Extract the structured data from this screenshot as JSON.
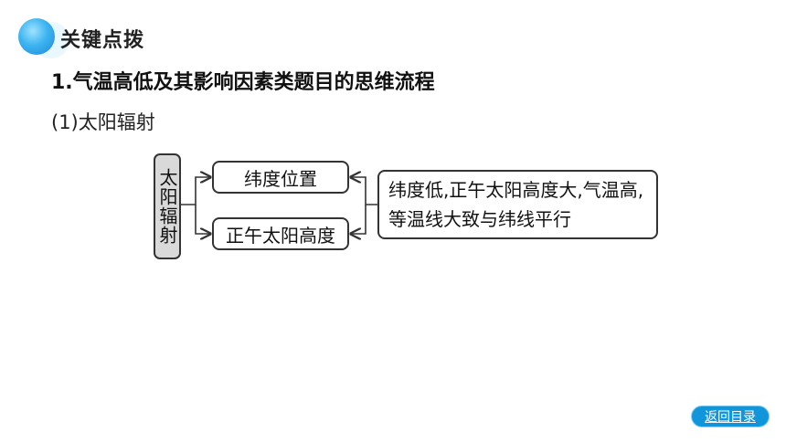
{
  "header": {
    "section_title": "关键点拨"
  },
  "main": {
    "heading": "1.气温高低及其影响因素类题目的思维流程",
    "subheading": "(1)太阳辐射",
    "diagram": {
      "root_label": "太阳辐射",
      "factor_top": "纬度位置",
      "factor_bottom": "正午太阳高度",
      "effect": "纬度低,正午太阳高度大,气温高,等温线大致与纬线平行"
    }
  },
  "footer": {
    "back_label": "返回目录"
  }
}
